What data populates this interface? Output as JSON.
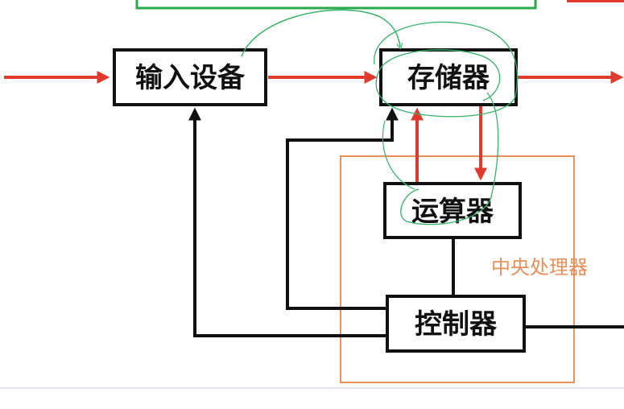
{
  "diagram": {
    "nodes": {
      "input_device": {
        "label": "输入设备"
      },
      "memory": {
        "label": "存储器"
      },
      "alu": {
        "label": "运算器"
      },
      "controller": {
        "label": "控制器"
      },
      "cpu": {
        "label": "中央处理器"
      }
    },
    "edges": [
      {
        "from": "external",
        "to": "input_device",
        "kind": "data"
      },
      {
        "from": "input_device",
        "to": "memory",
        "kind": "data"
      },
      {
        "from": "memory",
        "to": "external",
        "kind": "data"
      },
      {
        "from": "alu",
        "to": "memory",
        "kind": "data"
      },
      {
        "from": "memory",
        "to": "alu",
        "kind": "data"
      },
      {
        "from": "controller",
        "to": "input_device",
        "kind": "control"
      },
      {
        "from": "controller",
        "to": "memory",
        "kind": "control"
      },
      {
        "from": "controller",
        "to": "alu",
        "kind": "control"
      },
      {
        "from": "controller",
        "to": "external",
        "kind": "control"
      }
    ],
    "colors": {
      "data_arrow": "#e03a2f",
      "control_line": "#111111",
      "cpu_frame": "#e8905a",
      "top_frame": "#2aa84a",
      "annotation": "#36b36a"
    }
  }
}
